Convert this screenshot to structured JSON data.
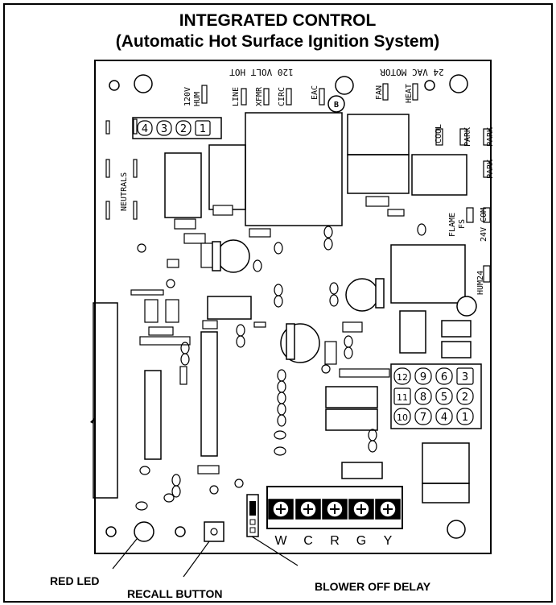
{
  "title": {
    "line1": "INTEGRATED CONTROL",
    "line2": "(Automatic Hot Surface Ignition System)"
  },
  "board": {
    "top_labels": {
      "hot_120": "120 VOLT HOT",
      "motor_24": "24 VAC MOTOR",
      "v120_hum_a": "120V",
      "v120_hum_b": "HUM",
      "line": "LINE",
      "xfmr": "XFMR",
      "circ": "CIRC",
      "eac": "EAC",
      "fan": "FAN",
      "heat": "HEAT"
    },
    "b_marker": "B",
    "cool": "COOL",
    "park1": "PARK",
    "park2": "PARK",
    "park3": "PARK",
    "neutrals": "NEUTRALS",
    "flame": "FLAME",
    "fs": "FS",
    "com24": "24V COM",
    "hum24": "HUM24",
    "connector_4": [
      "4",
      "3",
      "2",
      "1"
    ],
    "connector_12": [
      "12",
      "9",
      "6",
      "3",
      "11",
      "8",
      "5",
      "2",
      "10",
      "7",
      "4",
      "1"
    ],
    "terminals": [
      "W",
      "C",
      "R",
      "G",
      "Y"
    ]
  },
  "callouts": {
    "red_led": "RED LED",
    "recall_button": "RECALL BUTTON",
    "blower_off_delay": "BLOWER OFF DELAY"
  }
}
